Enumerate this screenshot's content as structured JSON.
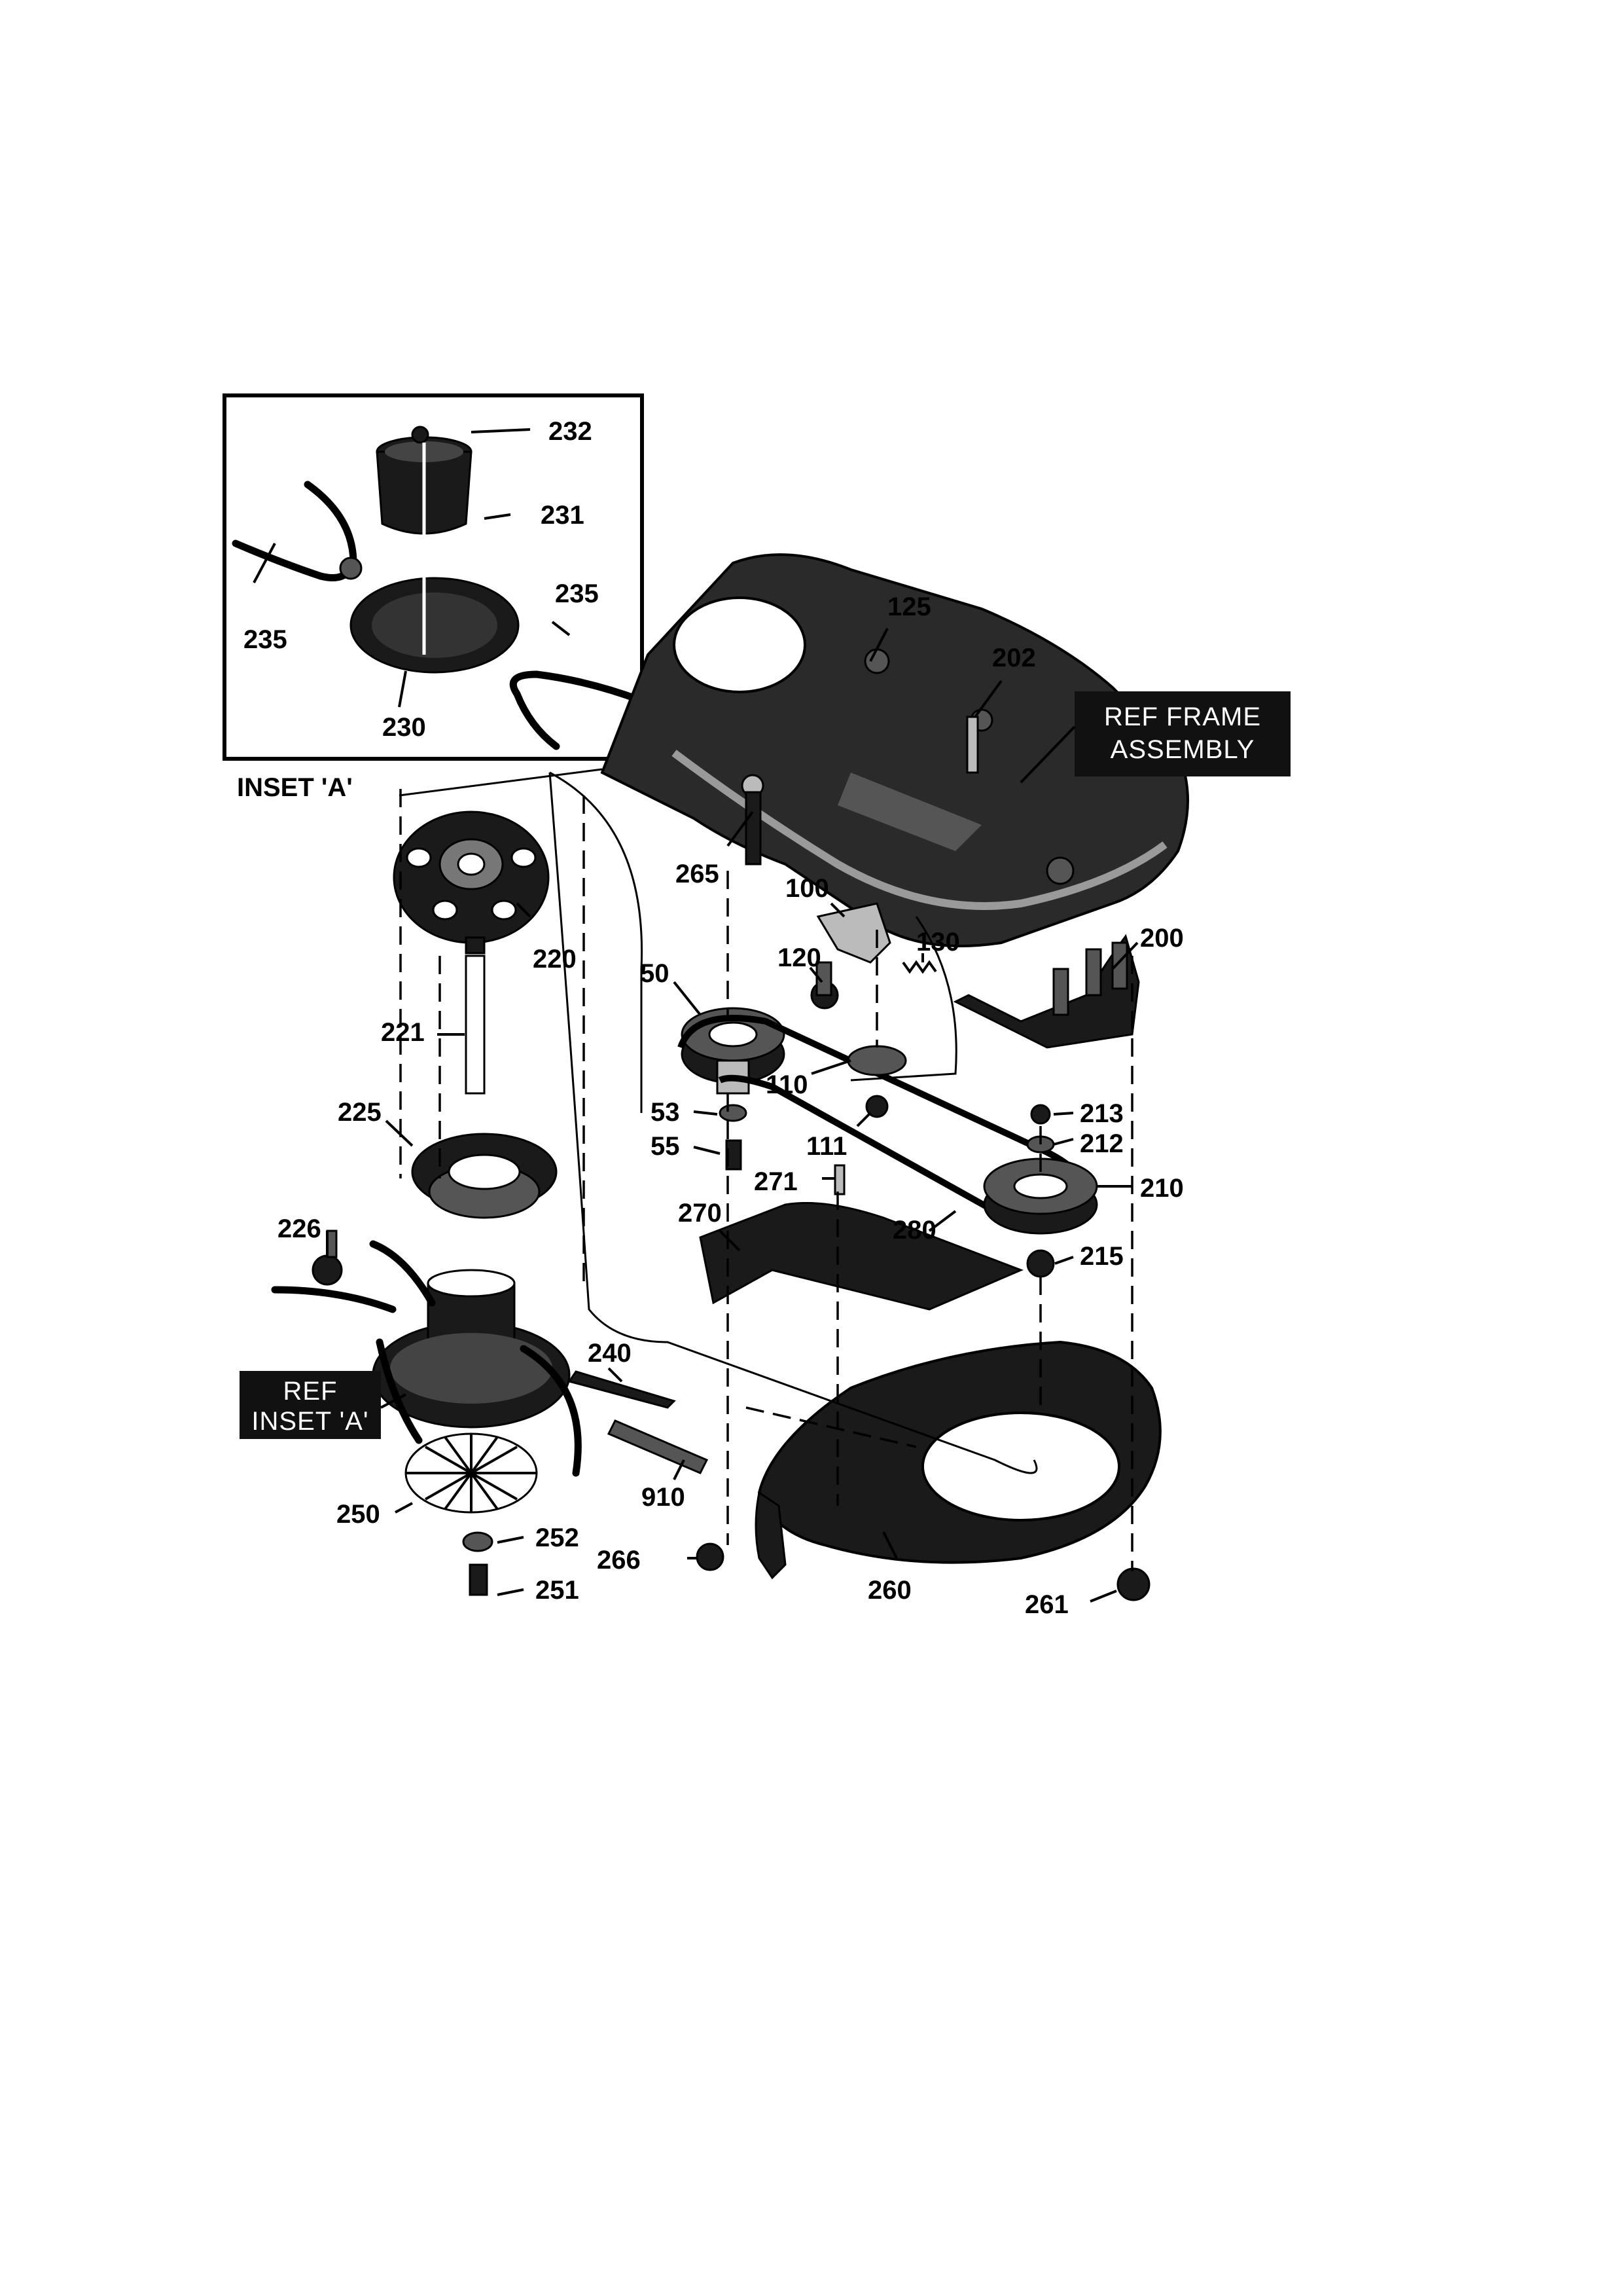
{
  "diagram": {
    "inset_label": "INSET 'A'",
    "ref_frame_box": [
      "REF FRAME",
      "ASSEMBLY"
    ],
    "ref_inset_box": [
      "REF",
      "INSET 'A'"
    ],
    "part_numbers": {
      "p232": "232",
      "p231": "231",
      "p235a": "235",
      "p235b": "235",
      "p230": "230",
      "p125": "125",
      "p202": "202",
      "p265": "265",
      "p100": "100",
      "p200": "200",
      "p220": "220",
      "p120": "120",
      "p130": "130",
      "p50": "50",
      "p221": "221",
      "p110": "110",
      "p225": "225",
      "p53": "53",
      "p213": "213",
      "p212": "212",
      "p55": "55",
      "p111": "111",
      "p271": "271",
      "p210": "210",
      "p270": "270",
      "p280": "280",
      "p226": "226",
      "p215": "215",
      "p240": "240",
      "p910": "910",
      "p250": "250",
      "p252": "252",
      "p266": "266",
      "p260": "260",
      "p251": "251",
      "p261": "261"
    }
  }
}
